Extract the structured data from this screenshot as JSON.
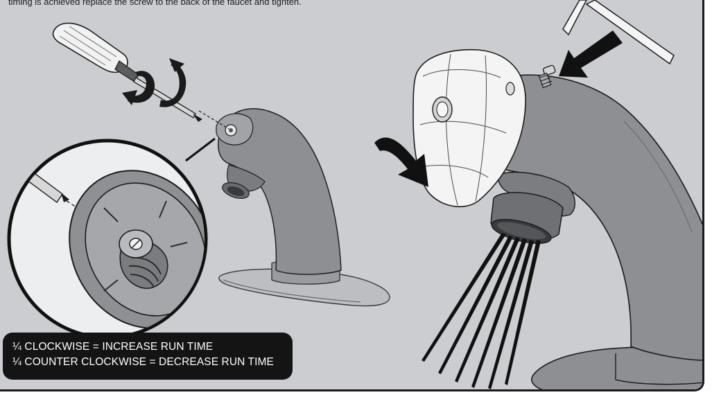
{
  "caption_top": "timing is achieved replace the screw to the back of the faucet and tighten.",
  "callout": {
    "line1": "¼ CLOCKWISE = INCREASE RUN TIME",
    "line2": "¼ COUNTER CLOCKWISE = DECREASE RUN TIME"
  },
  "colors": {
    "panel_background": "#cbcdd0",
    "faucet_gray": "#8e8f92",
    "outline": "#1a1a1a",
    "callout_background": "#141414",
    "callout_text": "#ffffff",
    "sensor_white": "#f4f4f4"
  },
  "icons": {
    "screwdriver": "screwdriver-icon",
    "rotate_arrows": "rotate-arrows-icon",
    "hex_key": "hex-key-icon",
    "screw": "screw-icon",
    "push_arrow": "push-arrow-icon",
    "curved_arrow": "curved-arrow-icon"
  }
}
